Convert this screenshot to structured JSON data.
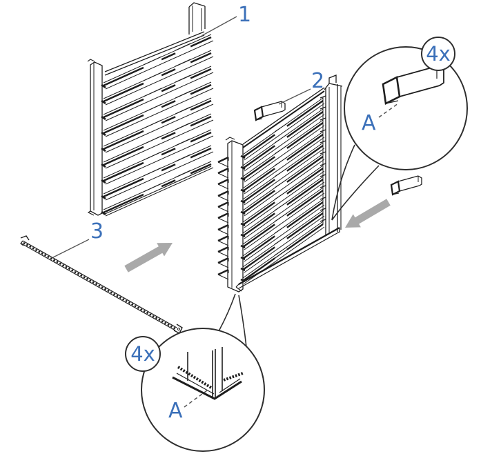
{
  "figure_type": "assembly-exploded-diagram",
  "colors": {
    "background": "#ffffff",
    "line": "#1e1e1e",
    "circle": "#2e2e2e",
    "leader": "#555555",
    "accent": "#3b70b9",
    "arrow": "#a9a9a9"
  },
  "parts": {
    "rack_left": {
      "label": "1"
    },
    "clip": {
      "label": "2"
    },
    "rail": {
      "label": "3"
    }
  },
  "callouts": {
    "top": {
      "quantity": "4x",
      "detail_label": "A"
    },
    "bottom": {
      "quantity": "4x",
      "detail_label": "A"
    }
  }
}
